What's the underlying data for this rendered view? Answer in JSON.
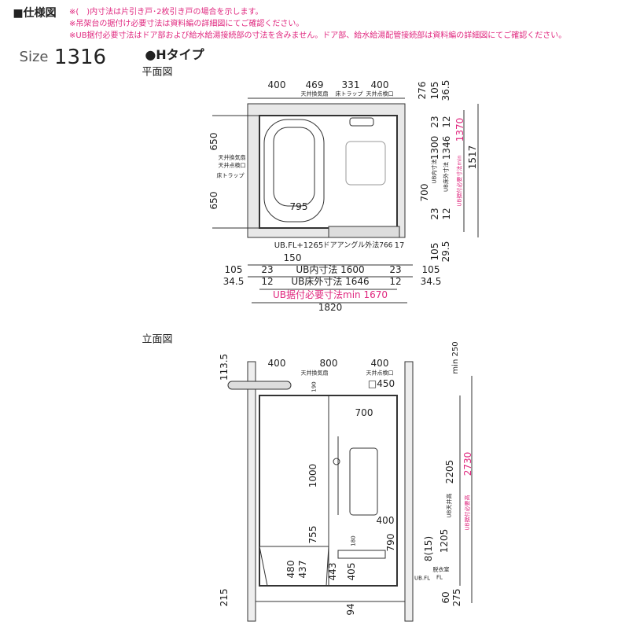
{
  "header": {
    "title": "■仕様図",
    "notes": [
      "※(　)内寸法は片引き戸･2枚引き戸の場合を示します。",
      "※吊架台の据付け必要寸法は資料編の詳細図にてご確認ください。",
      "※UB据付必要寸法はドア部および給水給湯接続部の寸法を含みません。ドア部、給水給湯配管接続部は資料編の詳細図にてご確認ください。"
    ],
    "size_label": "Size",
    "size_value": "1316",
    "type": "●Hタイプ"
  },
  "plan": {
    "title": "平面図",
    "top": [
      "400",
      "469",
      "331",
      "400"
    ],
    "top_labels": [
      "天井換気扇",
      "床トラップ",
      "天井点検口"
    ],
    "top_right": [
      "276",
      "105",
      "36.5"
    ],
    "left": [
      "650",
      "650"
    ],
    "left_labels": [
      "天井換気扇",
      "天井点検口",
      "床トラップ"
    ],
    "tub": "795",
    "right": [
      "23",
      "12",
      "1300",
      "1346",
      "UB内寸法",
      "UB床外寸法",
      "1370",
      "UB据付必要寸法min",
      "1517",
      "700",
      "23",
      "12"
    ],
    "bottom_notes": [
      "UB.FL+1265",
      "ドアアングル外法766",
      "17",
      "150",
      "105",
      "29.5"
    ],
    "row1": [
      "105",
      "23",
      "UB内寸法 1600",
      "23",
      "105"
    ],
    "row2": [
      "34.5",
      "12",
      "UB床外寸法 1646",
      "12",
      "34.5"
    ],
    "row3": "UB据付必要寸法min 1670",
    "row4": "1820"
  },
  "elevation": {
    "title": "立面図",
    "top": [
      "113.5",
      "400",
      "800",
      "400"
    ],
    "labels": [
      "天井換気扇",
      "天井点検口",
      "□450",
      "190",
      "min 250"
    ],
    "dims": [
      "700",
      "1000",
      "2205",
      "UB天井高",
      "2730",
      "UB据付必要高",
      "400",
      "755",
      "790",
      "180",
      "1205",
      "8(15)",
      "480",
      "437",
      "443",
      "405",
      "UB.FL",
      "脱衣室",
      "FL",
      "215",
      "60",
      "275",
      "94"
    ]
  },
  "colors": {
    "accent": "#e0287f"
  }
}
